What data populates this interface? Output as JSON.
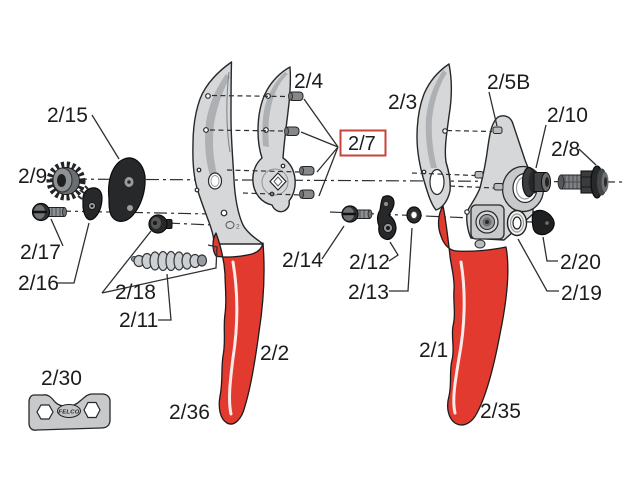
{
  "diagram": {
    "type": "exploded-parts-diagram",
    "subject": "pruning shears",
    "wrench_brand": "FELCO",
    "head_stamp": "2",
    "colors": {
      "handle_red": "#e23a2e",
      "highlight_box_red": "#c8423a",
      "metal_light": "#d5d7d9",
      "metal_mid": "#c7c9cb",
      "metal_shade": "#aeb1b4",
      "dark_part": "#26282a",
      "line": "#26282a"
    },
    "parts": [
      {
        "label": "2/15"
      },
      {
        "label": "2/9"
      },
      {
        "label": "2/17"
      },
      {
        "label": "2/16"
      },
      {
        "label": "2/18"
      },
      {
        "label": "2/11"
      },
      {
        "label": "2/30"
      },
      {
        "label": "2/36"
      },
      {
        "label": "2/2"
      },
      {
        "label": "2/4"
      },
      {
        "label": "2/7",
        "boxed": true
      },
      {
        "label": "2/3"
      },
      {
        "label": "2/5B"
      },
      {
        "label": "2/10"
      },
      {
        "label": "2/8"
      },
      {
        "label": "2/14"
      },
      {
        "label": "2/12"
      },
      {
        "label": "2/13"
      },
      {
        "label": "2/20"
      },
      {
        "label": "2/19"
      },
      {
        "label": "2/1"
      },
      {
        "label": "2/35"
      }
    ]
  }
}
